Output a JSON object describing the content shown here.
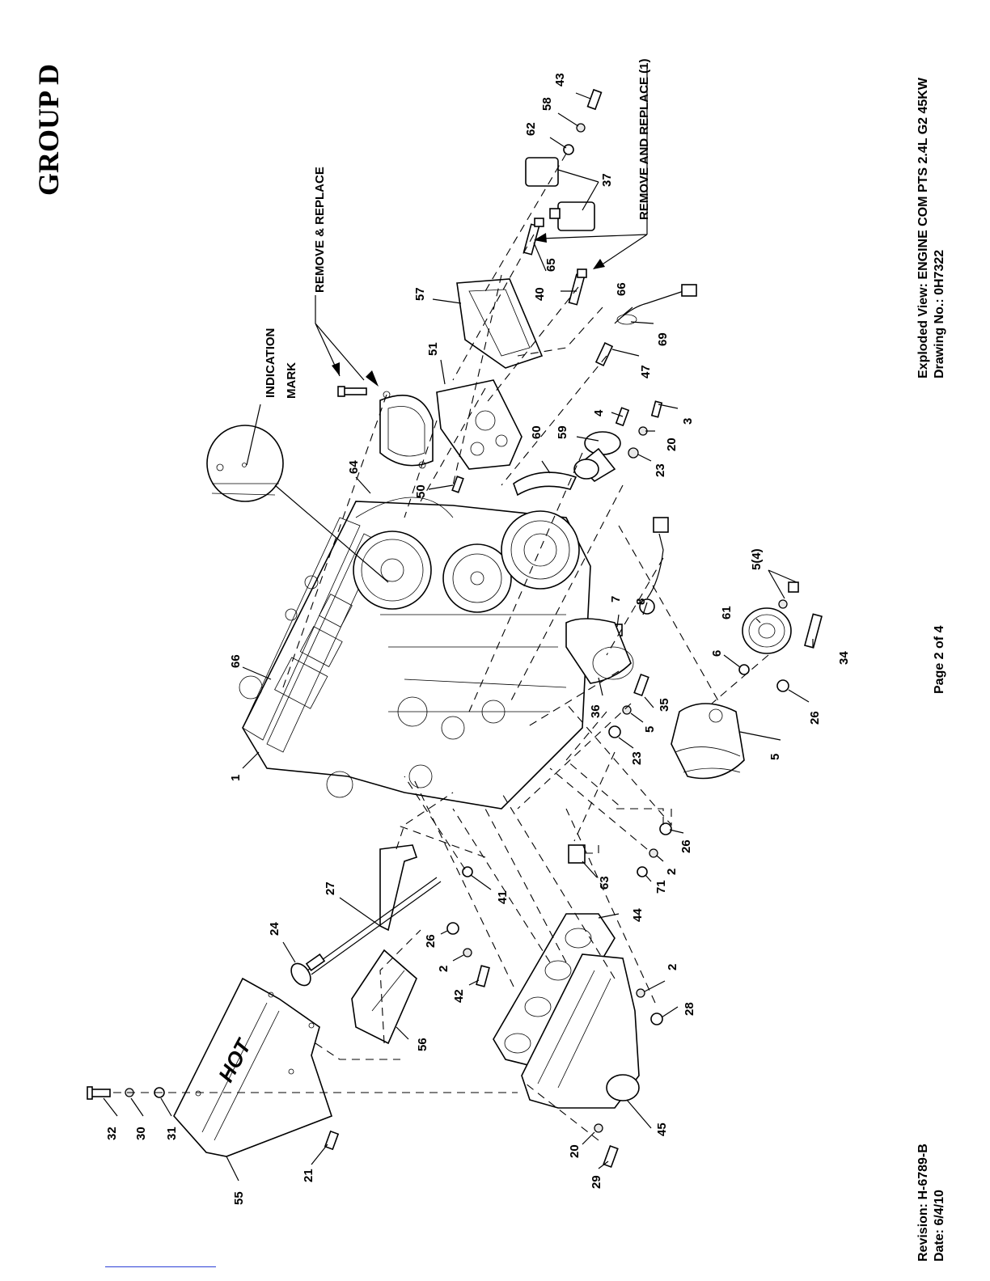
{
  "group_title": "GROUP D",
  "notes": {
    "indication_mark_line1": "INDICATION",
    "indication_mark_line2": "MARK",
    "remove_replace": "REMOVE & REPLACE",
    "remove_and_replace_1": "REMOVE AND REPLACE (1)",
    "hot_label": "HOT"
  },
  "title_block": {
    "title": "Exploded View: ENGINE COM PTS 2.4L G2 45KW",
    "drawing_no": "Drawing No.: 0H7322",
    "page": "Page 2 of 4",
    "revision": "Revision: H-6789-B",
    "date": "Date:  6/4/10"
  },
  "callouts": [
    "43",
    "58",
    "62",
    "37",
    "65",
    "40",
    "57",
    "51",
    "66",
    "69",
    "47",
    "64",
    "50",
    "60",
    "59",
    "4",
    "3",
    "20",
    "23",
    "1",
    "66",
    "7",
    "8",
    "5(4)",
    "61",
    "6",
    "34",
    "36",
    "35",
    "5",
    "23",
    "26",
    "5",
    "26",
    "2",
    "71",
    "63",
    "41",
    "27",
    "24",
    "26",
    "2",
    "42",
    "44",
    "2",
    "28",
    "56",
    "32",
    "30",
    "31",
    "55",
    "21",
    "45",
    "20",
    "29"
  ],
  "link_color": "#2b3fd6"
}
